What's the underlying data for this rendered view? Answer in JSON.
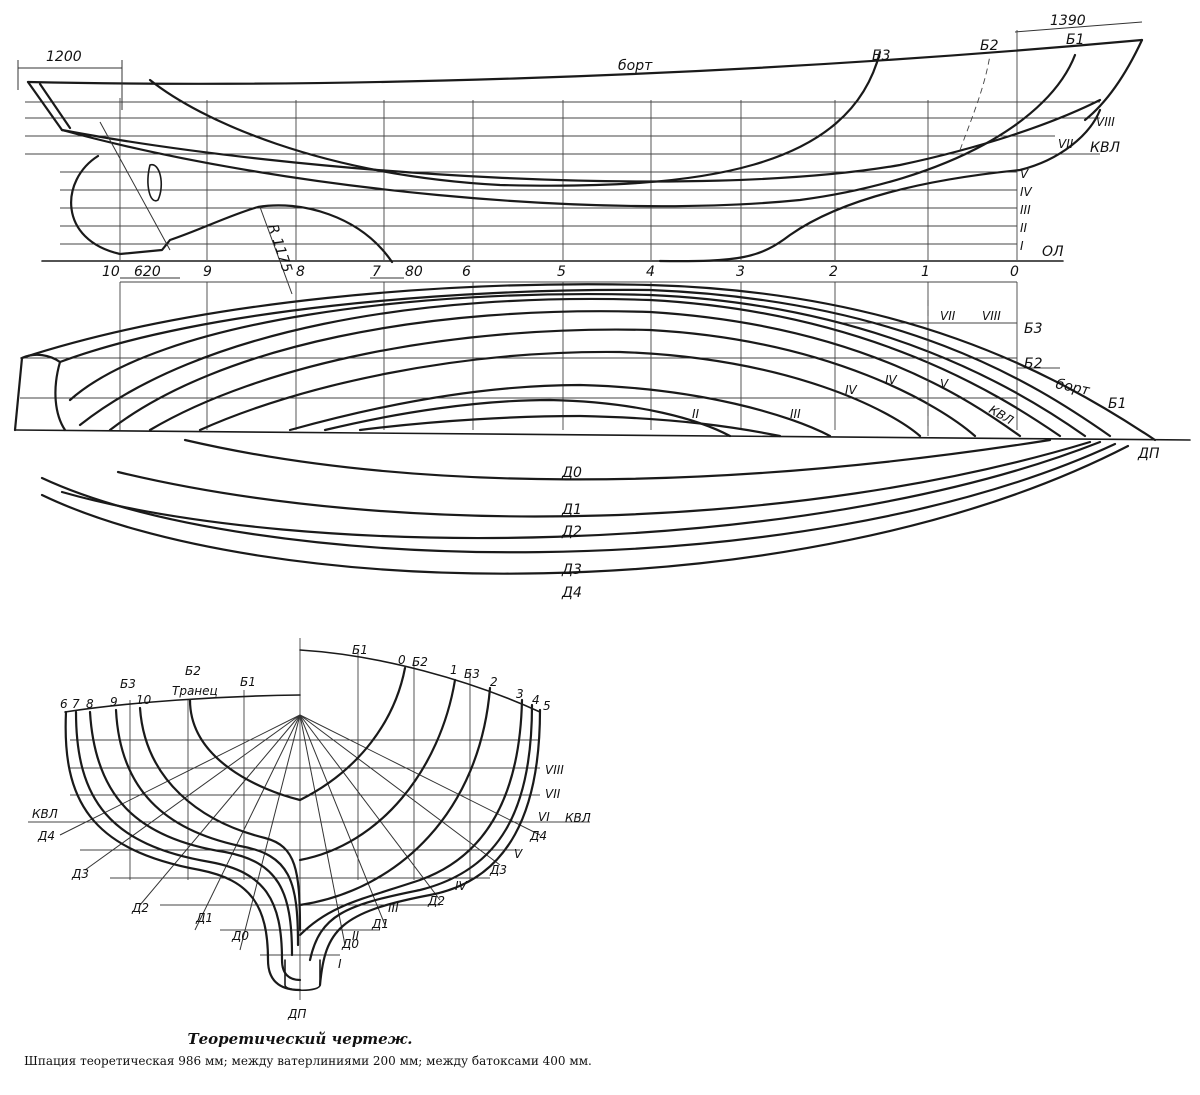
{
  "dimensions": {
    "d1200": "1200",
    "d1390": "1390",
    "d620": "620",
    "d80": "80",
    "radius": "R 1175"
  },
  "profile": {
    "sheer_label": "борт",
    "buttock_labels": [
      "Б3",
      "Б2",
      "Б1"
    ],
    "waterline_labels": [
      "VIII",
      "VII",
      "КВЛ",
      "V",
      "IV",
      "III",
      "II",
      "I",
      "ОЛ"
    ],
    "station_labels": [
      "10",
      "9",
      "8",
      "7",
      "6",
      "5",
      "4",
      "3",
      "2",
      "1",
      "0"
    ]
  },
  "half_breadth": {
    "right_labels": [
      "VII",
      "VIII",
      "Б3",
      "Б2",
      "борт",
      "Б1",
      "ДП"
    ],
    "curve_labels": [
      "II",
      "III",
      "IV",
      "IV",
      "V",
      "КВЛ"
    ]
  },
  "diagonals": {
    "labels": [
      "Д0",
      "Д1",
      "Д2",
      "Д3",
      "Д4"
    ]
  },
  "body_plan": {
    "left_top_labels": [
      "6",
      "7",
      "8",
      "9",
      "10",
      "Б3",
      "Б2",
      "Транец",
      "Б1"
    ],
    "right_top_labels": [
      "Б1",
      "0",
      "Б2",
      "1",
      "Б3",
      "2",
      "3",
      "4",
      "5"
    ],
    "right_wl_labels": [
      "VIII",
      "VII",
      "VI",
      "V",
      "IV",
      "III",
      "II",
      "I"
    ],
    "kvl_label": "КВЛ",
    "left_diag_labels": [
      "Д4",
      "Д3",
      "Д2",
      "Д1",
      "Д0"
    ],
    "right_diag_labels": [
      "Д4",
      "Д3",
      "Д2",
      "Д1",
      "Д0"
    ],
    "dp_label": "ДП"
  },
  "caption": {
    "title": "Теоретический чертеж.",
    "note": "Шпация теоретическая 986 мм; между ватерлиниями 200 мм; между батоксами 400 мм."
  }
}
